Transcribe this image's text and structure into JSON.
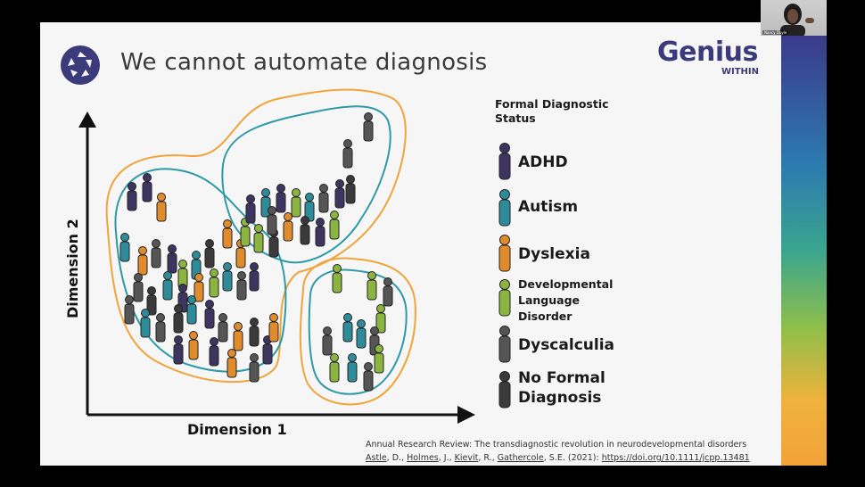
{
  "slide": {
    "title": "We cannot automate diagnosis",
    "brand_name": "Genius",
    "brand_sub": "WITHIN"
  },
  "plot": {
    "xlabel": "Dimension 1",
    "ylabel": "Dimension 2"
  },
  "legend": {
    "title": "Formal Diagnostic Status",
    "items": [
      {
        "label": "ADHD",
        "color": "#3d3560"
      },
      {
        "label": "Autism",
        "color": "#2e8c9a"
      },
      {
        "label": "Dyslexia",
        "color": "#e08b2c"
      },
      {
        "label_lines": [
          "Developmental",
          "Language",
          "Disorder"
        ],
        "color": "#8cb440"
      },
      {
        "label": "Dyscalculia",
        "color": "#555555"
      },
      {
        "label_lines": [
          "No Formal",
          "Diagnosis"
        ],
        "color": "#3a3a3a"
      }
    ]
  },
  "citation": {
    "line1": "Annual Research Review: The transdiagnostic revolution in neurodevelopmental disorders",
    "authors": [
      "Astle",
      "Holmes",
      "Kievit",
      "Gathercole"
    ],
    "authors_rest": [
      "D., ",
      "J., ",
      "R., ",
      "S.E. (2021): "
    ],
    "url": "https://doi.org/10.1111/jcpp.13481"
  },
  "webcam": {
    "name": "Nancy Doyle"
  }
}
